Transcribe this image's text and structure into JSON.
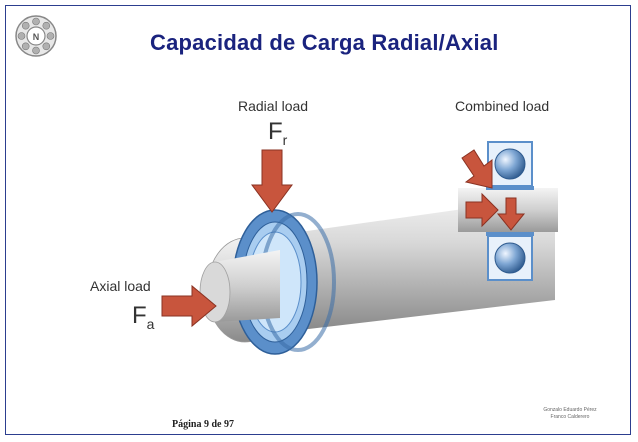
{
  "slide": {
    "title": "Capacidad de Carga Radial/Axial",
    "page": "Página 9 de 97"
  },
  "figure": {
    "radial_label": "Radial load",
    "combined_label": "Combined load",
    "axial_label": "Axial load",
    "fr_symbol": "F",
    "fr_sub": "r",
    "fa_symbol": "F",
    "fa_sub": "a"
  },
  "footer": {
    "line1": "Gonzalo Eduardo Pérez",
    "line2": "Franco Calderero"
  },
  "colors": {
    "title": "#1a237e",
    "frame": "#2c3e8f",
    "arrow": "#c8553d",
    "bearing": "#6ea3d8"
  }
}
